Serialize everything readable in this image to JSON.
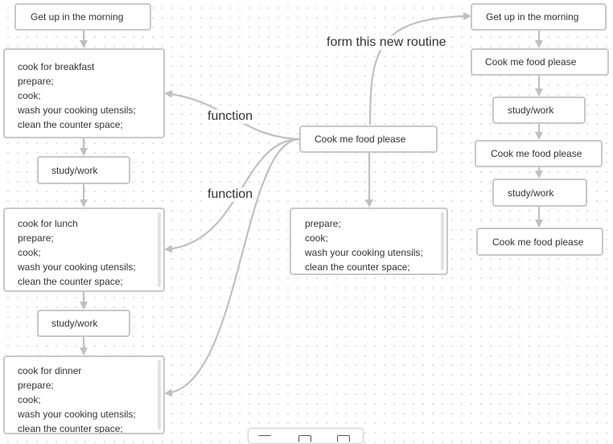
{
  "left_column": {
    "wake": "Get up in the morning",
    "breakfast": [
      "cook for breakfast",
      "prepare;",
      "cook;",
      "wash your cooking utensils;",
      "clean the counter space;"
    ],
    "study1": "study/work",
    "lunch": [
      "cook for lunch",
      "prepare;",
      "cook;",
      "wash your cooking utensils;",
      "clean the counter space;"
    ],
    "study2": "study/work",
    "dinner": [
      "cook for dinner",
      "prepare;",
      "cook;",
      "wash your cooking utensils;",
      "clean the counter space;"
    ]
  },
  "center": {
    "function_node": "Cook me food please",
    "function_body": [
      "prepare;",
      "cook;",
      "wash your cooking utensils;",
      "clean the counter space;"
    ]
  },
  "right_column": {
    "wake": "Get up in the morning",
    "cook1": "Cook me food please",
    "study1": "study/work",
    "cook2": "Cook me food please",
    "study2": "study/work",
    "cook3": "Cook me food please"
  },
  "edge_labels": {
    "function_top": "function",
    "function_bottom": "function",
    "routine": "form this new routine"
  },
  "toolbar": {
    "icons": [
      "list-icon",
      "doc-icon",
      "doc-icon"
    ]
  },
  "colors": {
    "connector": "#c0c0c0",
    "node_border": "#c8c8c8",
    "text": "#333333"
  }
}
